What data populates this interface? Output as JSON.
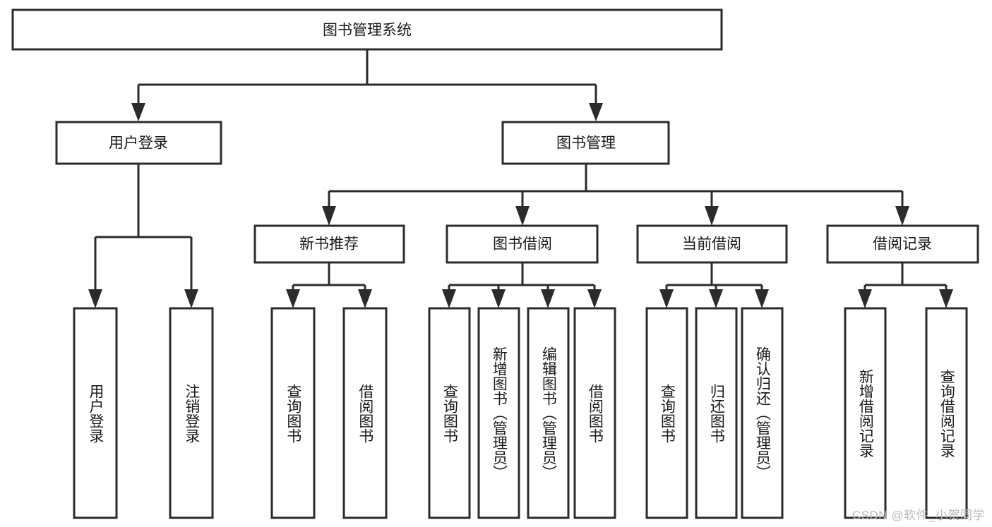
{
  "diagram": {
    "type": "hierarchy-tree",
    "title_node": {
      "label": "图书管理系统"
    },
    "level2": [
      {
        "label": "用户登录"
      },
      {
        "label": "图书管理"
      }
    ],
    "level3": [
      {
        "label": "新书推荐"
      },
      {
        "label": "图书借阅"
      },
      {
        "label": "当前借阅"
      },
      {
        "label": "借阅记录"
      }
    ],
    "leaves": {
      "user_login": [
        {
          "label": "用户登录"
        },
        {
          "label": "注销登录"
        }
      ],
      "new_book_recommend": [
        {
          "label": "查询图书"
        },
        {
          "label": "借阅图书"
        }
      ],
      "book_borrow": [
        {
          "label": "查询图书"
        },
        {
          "label": "新增图书（管理员）"
        },
        {
          "label": "编辑图书（管理员）"
        },
        {
          "label": "借阅图书"
        }
      ],
      "current_borrow": [
        {
          "label": "查询图书"
        },
        {
          "label": "归还图书"
        },
        {
          "label": "确认归还（管理员）"
        }
      ],
      "borrow_record": [
        {
          "label": "新增借阅记录"
        },
        {
          "label": "查询借阅记录"
        }
      ]
    }
  },
  "watermark": {
    "text": "CSDN @软件_小贺同学"
  },
  "colors": {
    "stroke": "#2b2b2b",
    "box_fill": "#ffffff",
    "text": "#1a1a1a",
    "watermark": "#b9b9b9",
    "background": "#ffffff"
  }
}
